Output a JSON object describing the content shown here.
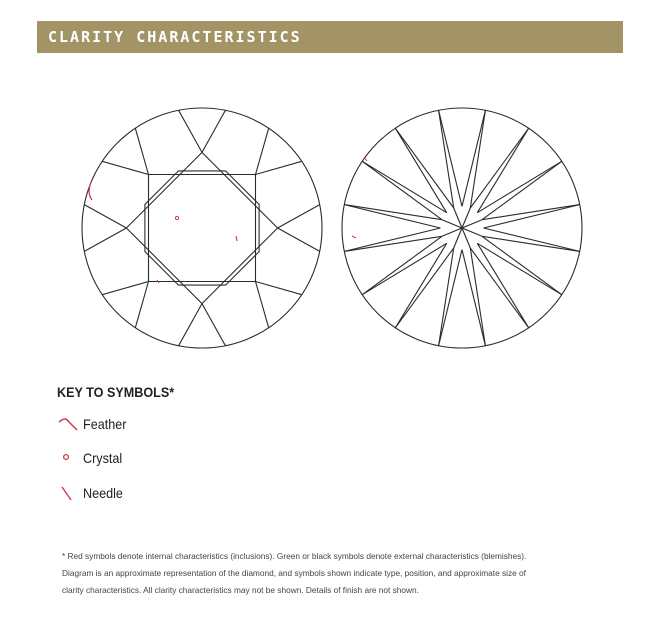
{
  "header": {
    "title": "CLARITY CHARACTERISTICS"
  },
  "colors": {
    "banner": "#a39466",
    "inclusion": "#cf3b4a",
    "line": "#2b2b2b"
  },
  "key": {
    "title": "KEY TO SYMBOLS*",
    "items": [
      {
        "label": "Feather",
        "symbol": "feather-symbol"
      },
      {
        "label": "Crystal",
        "symbol": "crystal-symbol"
      },
      {
        "label": "Needle",
        "symbol": "needle-symbol"
      }
    ]
  },
  "footnote": "* Red symbols denote internal characteristics (inclusions). Green or black symbols denote external characteristics (blemishes). Diagram is an approximate representation of the diamond, and symbols shown indicate type, position, and approximate size of clarity characteristics. All clarity characteristics may not be shown. Details of finish are not shown."
}
